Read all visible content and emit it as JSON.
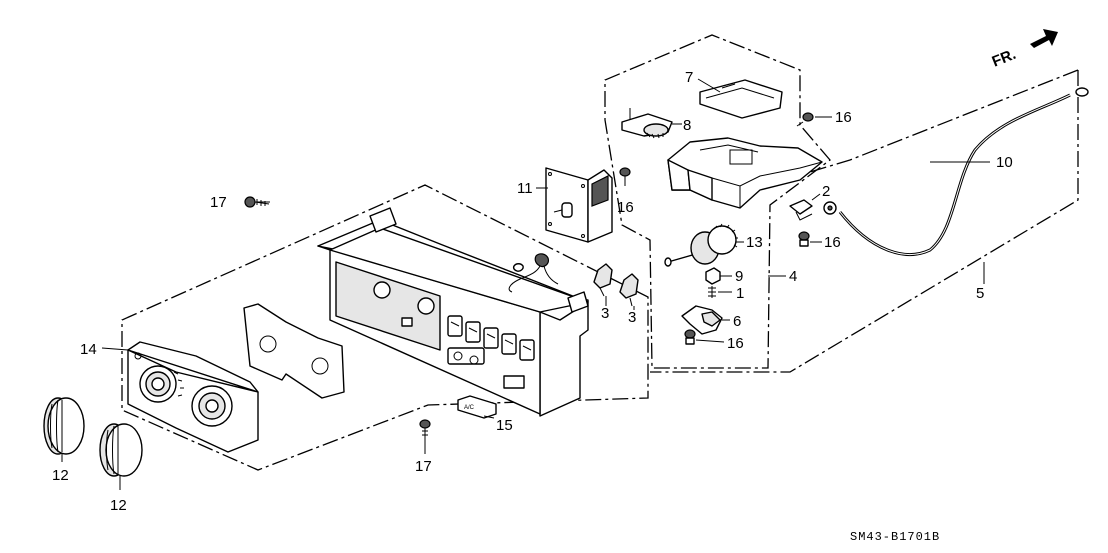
{
  "diagram": {
    "direction_label": "FR.",
    "drawing_code": "SM43-B1701B",
    "callouts": {
      "c1": "1",
      "c2": "2",
      "c3a": "3",
      "c3b": "3",
      "c4": "4",
      "c5": "5",
      "c6": "6",
      "c7": "7",
      "c8": "8",
      "c9": "9",
      "c10": "10",
      "c11": "11",
      "c12a": "12",
      "c12b": "12",
      "c13": "13",
      "c14": "14",
      "c15": "15",
      "c16a": "16",
      "c16b": "16",
      "c16c": "16",
      "c16d": "16",
      "c17a": "17",
      "c17b": "17"
    },
    "ac_switch_text": "A/C"
  }
}
